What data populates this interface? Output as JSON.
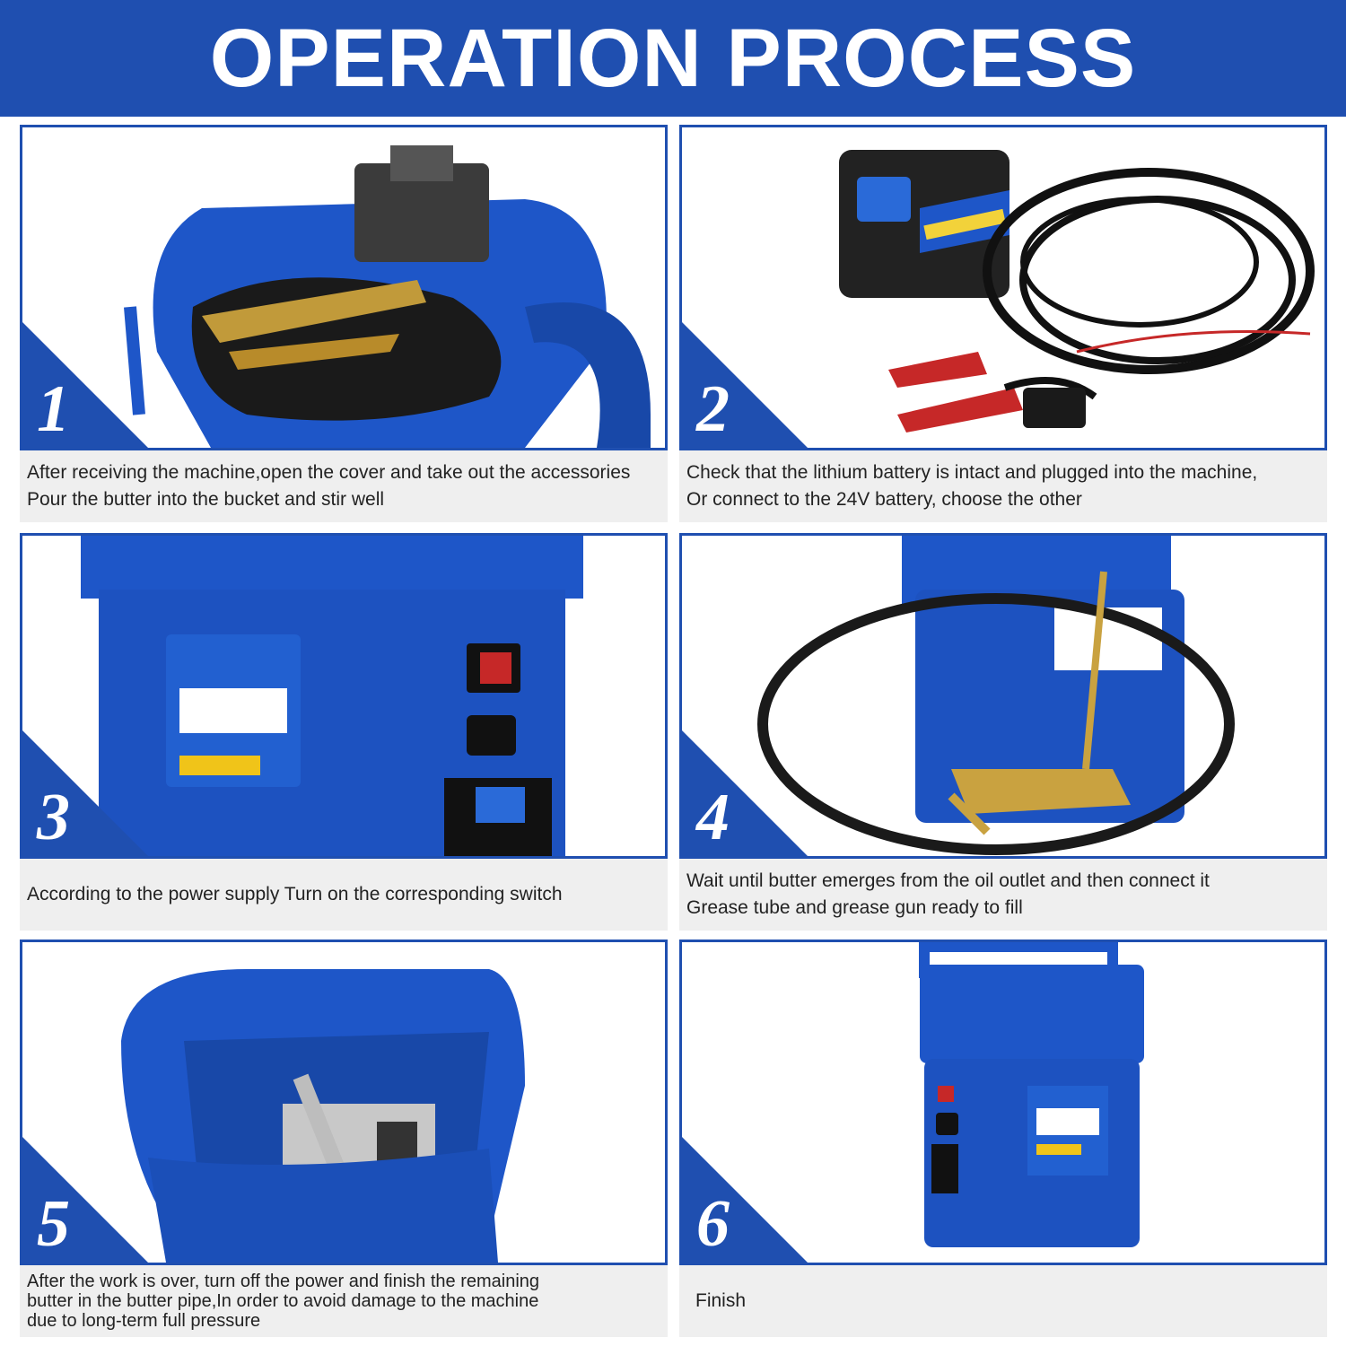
{
  "header": {
    "title": "OPERATION PROCESS"
  },
  "colors": {
    "brand_blue": "#1f4fb0",
    "caption_bg": "#efefef",
    "product_blue": "#1e56c8"
  },
  "steps": [
    {
      "number": "1",
      "image": "bucket-with-accessories-photo",
      "lines": [
        "After receiving the machine,open the cover and take out the accessories",
        "Pour the butter into the bucket and stir well"
      ]
    },
    {
      "number": "2",
      "image": "battery-and-cables-photo",
      "lines": [
        "Check that the lithium battery is intact and plugged into the machine,",
        "Or connect to the 24V battery, choose the other"
      ]
    },
    {
      "number": "3",
      "image": "machine-switches-photo",
      "lines": [
        "According to the power supply Turn on the corresponding switch"
      ]
    },
    {
      "number": "4",
      "image": "grease-gun-connected-photo",
      "lines": [
        "Wait until butter emerges from the oil outlet and then connect it",
        "Grease tube and grease gun ready to fill"
      ]
    },
    {
      "number": "5",
      "image": "empty-bucket-interior-photo",
      "lines": [
        "After the work is over, turn off the power and finish the remaining",
        "butter in the butter pipe,In order to avoid damage to the machine",
        "due to long-term full pressure"
      ]
    },
    {
      "number": "6",
      "image": "finished-machine-photo",
      "lines": [
        "Finish"
      ]
    }
  ]
}
